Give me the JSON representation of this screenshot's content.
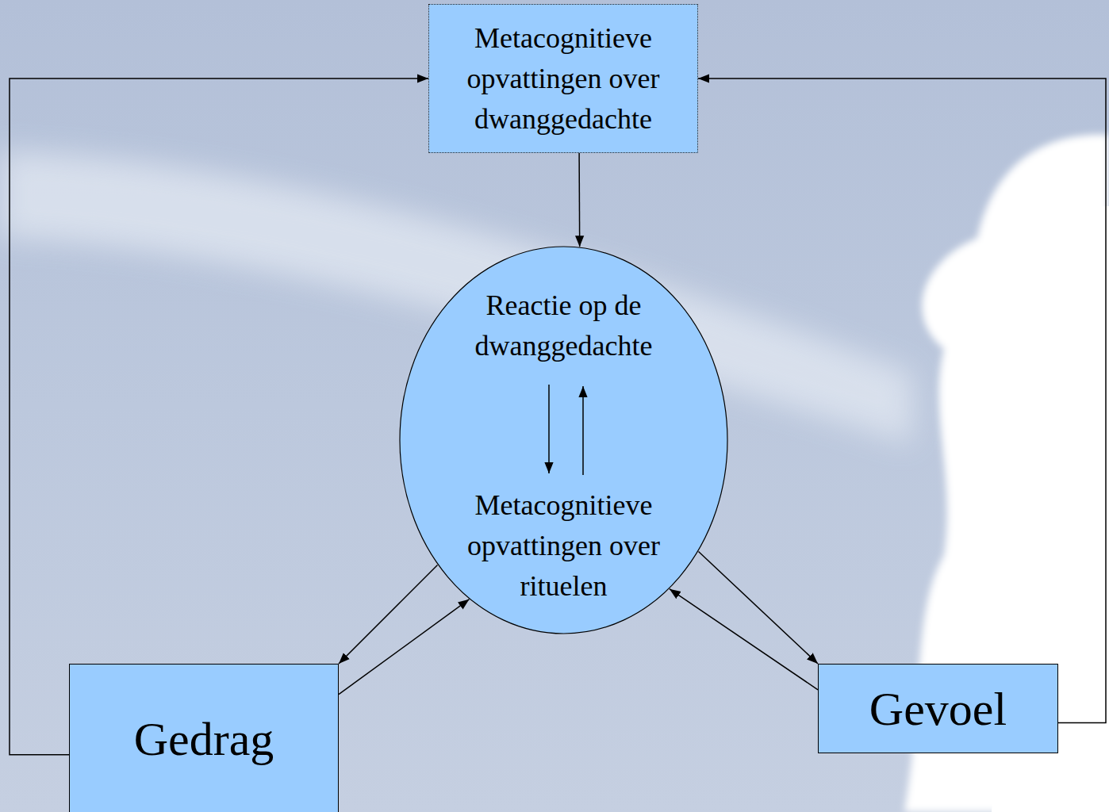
{
  "diagram": {
    "nodes": [
      {
        "text": [
          "Metacognitieve opvattingen over dwanggedachte"
        ]
      },
      {
        "text": [
          "Reactie op de dwanggedachte",
          "Metacognitieve opvattingen over rituelen"
        ]
      },
      {
        "text": [
          "Gedrag"
        ]
      },
      {
        "text": [
          "Gevoel"
        ]
      }
    ],
    "edges": [
      {
        "from": 0,
        "to": 1,
        "arrow": "to"
      },
      {
        "from": 2,
        "to": 0,
        "arrow": "to"
      },
      {
        "from": 3,
        "to": 0,
        "arrow": "to"
      },
      {
        "from": 1,
        "to": 2,
        "arrow": "to"
      },
      {
        "from": 2,
        "to": 1,
        "arrow": "to"
      },
      {
        "from": 1,
        "to": 3,
        "arrow": "to"
      },
      {
        "from": 3,
        "to": 1,
        "arrow": "to"
      }
    ]
  }
}
